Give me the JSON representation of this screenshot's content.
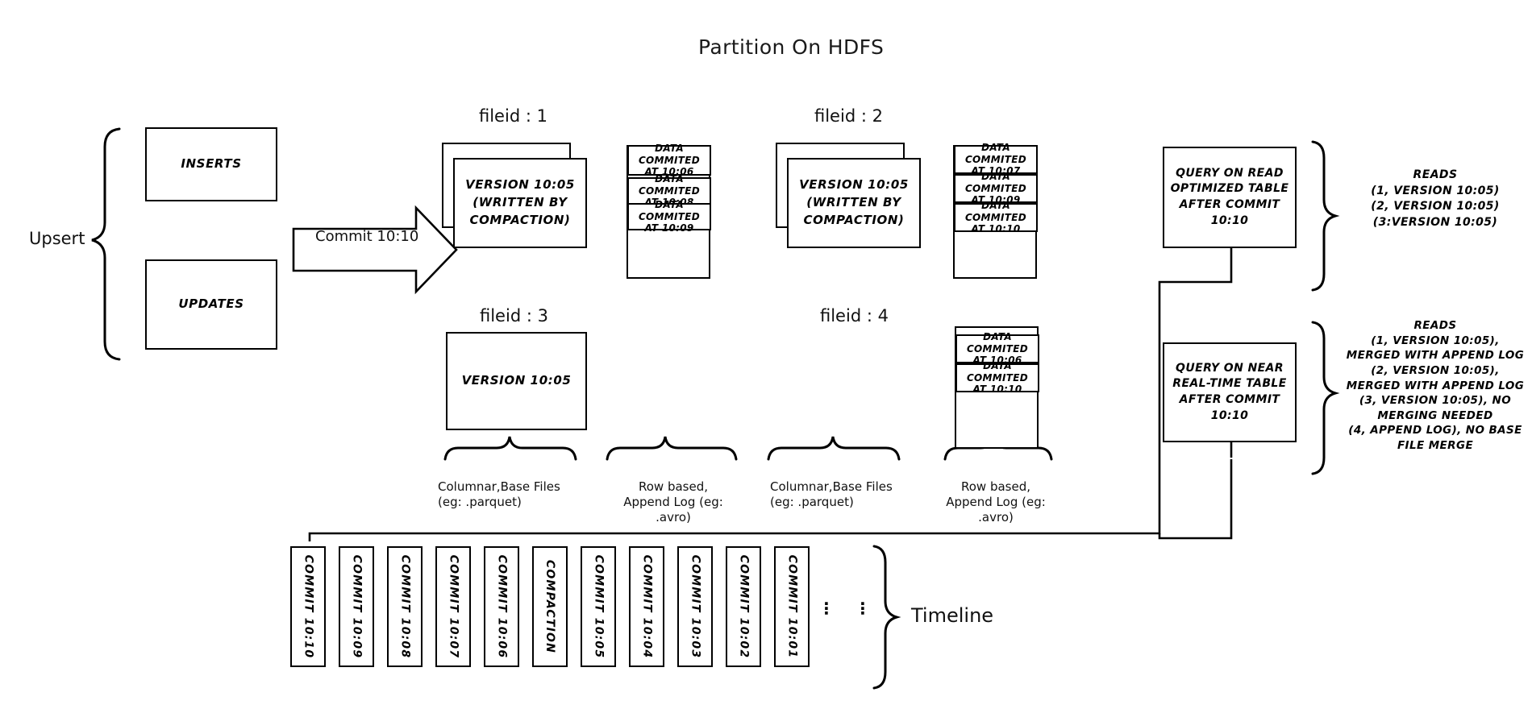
{
  "title": "Partition On HDFS",
  "left": {
    "upsert_label": "Upsert",
    "inserts_label": "INSERTS",
    "updates_label": "UPDATES",
    "commit_arrow_label": "Commit 10:10"
  },
  "filegroups": [
    {
      "id": "fileid-1",
      "label": "fileid : 1",
      "base_file_text": "VERSION 10:05\n(WRITTEN BY\nCOMPACTION)",
      "stacked": true,
      "log_entries": [
        "DATA COMMITED\nAT 10:06",
        "DATA COMMITED\nAT 10:08",
        "DATA COMMITED\nAT 10:09"
      ]
    },
    {
      "id": "fileid-2",
      "label": "fileid : 2",
      "base_file_text": "VERSION 10:05\n(WRITTEN BY\nCOMPACTION)",
      "stacked": true,
      "log_entries": [
        "DATA COMMITED\nAT 10:07",
        "DATA COMMITED\nAT 10:09",
        "DATA COMMITED\nAT 10:10"
      ]
    },
    {
      "id": "fileid-3",
      "label": "fileid : 3",
      "base_file_text": "VERSION 10:05",
      "stacked": false,
      "log_entries": []
    },
    {
      "id": "fileid-4",
      "label": "fileid : 4",
      "base_file_text": "",
      "stacked": false,
      "log_entries": [
        "DATA COMMITED\nAT 10:06",
        "DATA COMMITED\nAT 10:10"
      ]
    }
  ],
  "captions": {
    "columnar_left": "Columnar,Base Files\n(eg: .parquet)",
    "rowlog_left": "Row based,\nAppend Log  (eg:\n.avro)",
    "columnar_right": "Columnar,Base Files\n(eg: .parquet)",
    "rowlog_right": "Row based,\nAppend Log  (eg:\n.avro)"
  },
  "queries": [
    {
      "id": "read-optimized",
      "box_text": "QUERY ON READ\nOPTIMIZED TABLE\nAFTER COMMIT\n10:10",
      "reads_text": "READS\n(1, VERSION 10:05)\n(2, VERSION 10:05)\n(3:VERSION 10:05)"
    },
    {
      "id": "near-real-time",
      "box_text": "QUERY ON NEAR\nREAL-TIME TABLE\nAFTER COMMIT\n10:10",
      "reads_text": "READS\n(1, VERSION 10:05),\nMERGED WITH APPEND LOG\n(2, VERSION 10:05),\nMERGED WITH APPEND LOG\n(3, VERSION 10:05), NO\nMERGING NEEDED\n(4, APPEND LOG), NO BASE\nFILE MERGE"
    }
  ],
  "timeline": {
    "label": "Timeline",
    "ellipsis": "⋮",
    "items": [
      "COMMIT  10:10",
      "COMMIT  10:09",
      "COMMIT  10:08",
      "COMMIT  10:07",
      "COMMIT  10:06",
      "COMPACTION",
      "COMMIT  10:05",
      "COMMIT  10:04",
      "COMMIT  10:03",
      "COMMIT  10:02",
      "COMMIT  10:01"
    ]
  },
  "colors": {
    "stroke": "#000000",
    "background": "#ffffff",
    "title": "#1a1a1a"
  }
}
